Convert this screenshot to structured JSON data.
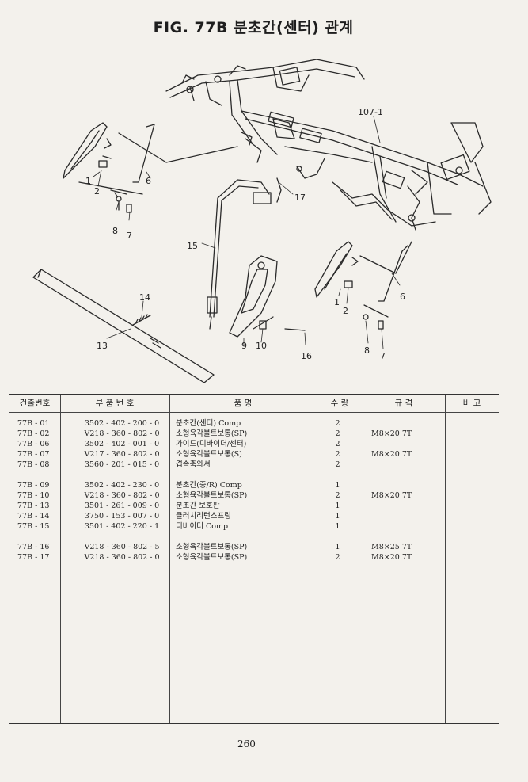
{
  "title": "FIG. 77B 분초간(센터) 관계",
  "callouts": {
    "c107": "107-1",
    "n1": "1",
    "n2": "2",
    "n6": "6",
    "n8": "8",
    "n7": "7",
    "n17": "17",
    "n15": "15",
    "n14": "14",
    "n13": "13",
    "n9": "9",
    "n10": "10",
    "n16": "16",
    "n1b": "1",
    "n2b": "2",
    "n6b": "6",
    "n8b": "8",
    "n7b": "7"
  },
  "table": {
    "headers": [
      "건출번호",
      "부 품 번 호",
      "품 명",
      "수 량",
      "규 격",
      "비 고"
    ],
    "rows": [
      {
        "no": "77B - 01",
        "part": "3502 - 402 - 200 - 0",
        "name": "분초간(센터) Comp",
        "qty": "2",
        "spec": ""
      },
      {
        "no": "77B - 02",
        "part": "V218 - 360 - 802 - 0",
        "name": "소형육각볼트보통(SP)",
        "qty": "2",
        "spec": "M8×20 7T"
      },
      {
        "no": "77B - 06",
        "part": "3502 - 402 - 001 - 0",
        "name": "가이드(디바이더/센터)",
        "qty": "2",
        "spec": ""
      },
      {
        "no": "77B - 07",
        "part": "V217 - 360 - 802 - 0",
        "name": "소형육각볼트보통(S)",
        "qty": "2",
        "spec": "M8×20 7T"
      },
      {
        "no": "77B - 08",
        "part": "3560 - 201 - 015 - 0",
        "name": "겹속축와셔",
        "qty": "2",
        "spec": ""
      },
      {
        "no": "77B - 09",
        "part": "3502 - 402 - 230 - 0",
        "name": "분초간(중/R) Comp",
        "qty": "1",
        "spec": ""
      },
      {
        "no": "77B - 10",
        "part": "V218 - 360 - 802 - 0",
        "name": "소형육각볼트보통(SP)",
        "qty": "2",
        "spec": "M8×20 7T"
      },
      {
        "no": "77B - 13",
        "part": "3501 - 261 - 009 - 0",
        "name": "분초간 보호판",
        "qty": "1",
        "spec": ""
      },
      {
        "no": "77B - 14",
        "part": "3750 - 153 - 007 - 0",
        "name": "클러치리턴스프링",
        "qty": "1",
        "spec": ""
      },
      {
        "no": "77B - 15",
        "part": "3501 - 402 - 220 - 1",
        "name": "디바이더 Comp",
        "qty": "1",
        "spec": ""
      },
      {
        "no": "77B - 16",
        "part": "V218 - 360 - 802 - 5",
        "name": "소형육각볼트보통(SP)",
        "qty": "1",
        "spec": "M8×25 7T"
      },
      {
        "no": "77B - 17",
        "part": "V218 - 360 - 802 - 0",
        "name": "소형육각볼트보통(SP)",
        "qty": "2",
        "spec": "M8×20 7T"
      }
    ]
  },
  "page_number": "260"
}
